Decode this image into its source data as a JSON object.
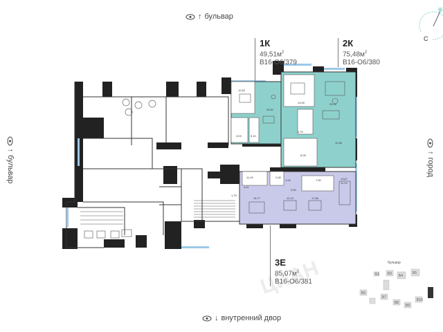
{
  "views": {
    "top": "бульвар",
    "left": "бульвар",
    "right": "город",
    "bottom": "внутренний двор"
  },
  "compass": {
    "letter": "С"
  },
  "apartments": [
    {
      "code": "1К",
      "area": "49,51м",
      "sup": "2",
      "id": "В16-О6/379",
      "color": "#8ed1cc"
    },
    {
      "code": "2К",
      "area": "75,48м",
      "sup": "2",
      "id": "В16-О6/380",
      "color": "#8ed1cc"
    },
    {
      "code": "3Е",
      "area": "85,07м",
      "sup": "2",
      "id": "В16-О6/381",
      "color": "#c9c9ea"
    }
  ],
  "rooms": {
    "r1": "12,62",
    "r2": "20,81",
    "r3": "3,03",
    "r4": "5,10",
    "r5": "13,90",
    "r6": "20,20",
    "r7": "4,70",
    "r8": "8,09",
    "r9": "11,98",
    "r10": "11,29",
    "r11": "2,08",
    "r12": "1,53",
    "r13": "3,90",
    "r14": "7,90",
    "r15": "4,41",
    "r16": "16,77",
    "r17": "12,13",
    "r18": "17,85",
    "r19": "13,67",
    "r20": "11,10",
    "r21": "1,79"
  },
  "mini_plan": {
    "label": "бульвар",
    "sections": [
      "Б1",
      "Б3",
      "Б4",
      "Б5",
      "Б6",
      "Б7",
      "Б8",
      "Б9",
      "Б10"
    ]
  },
  "watermark": "ЦИАН"
}
